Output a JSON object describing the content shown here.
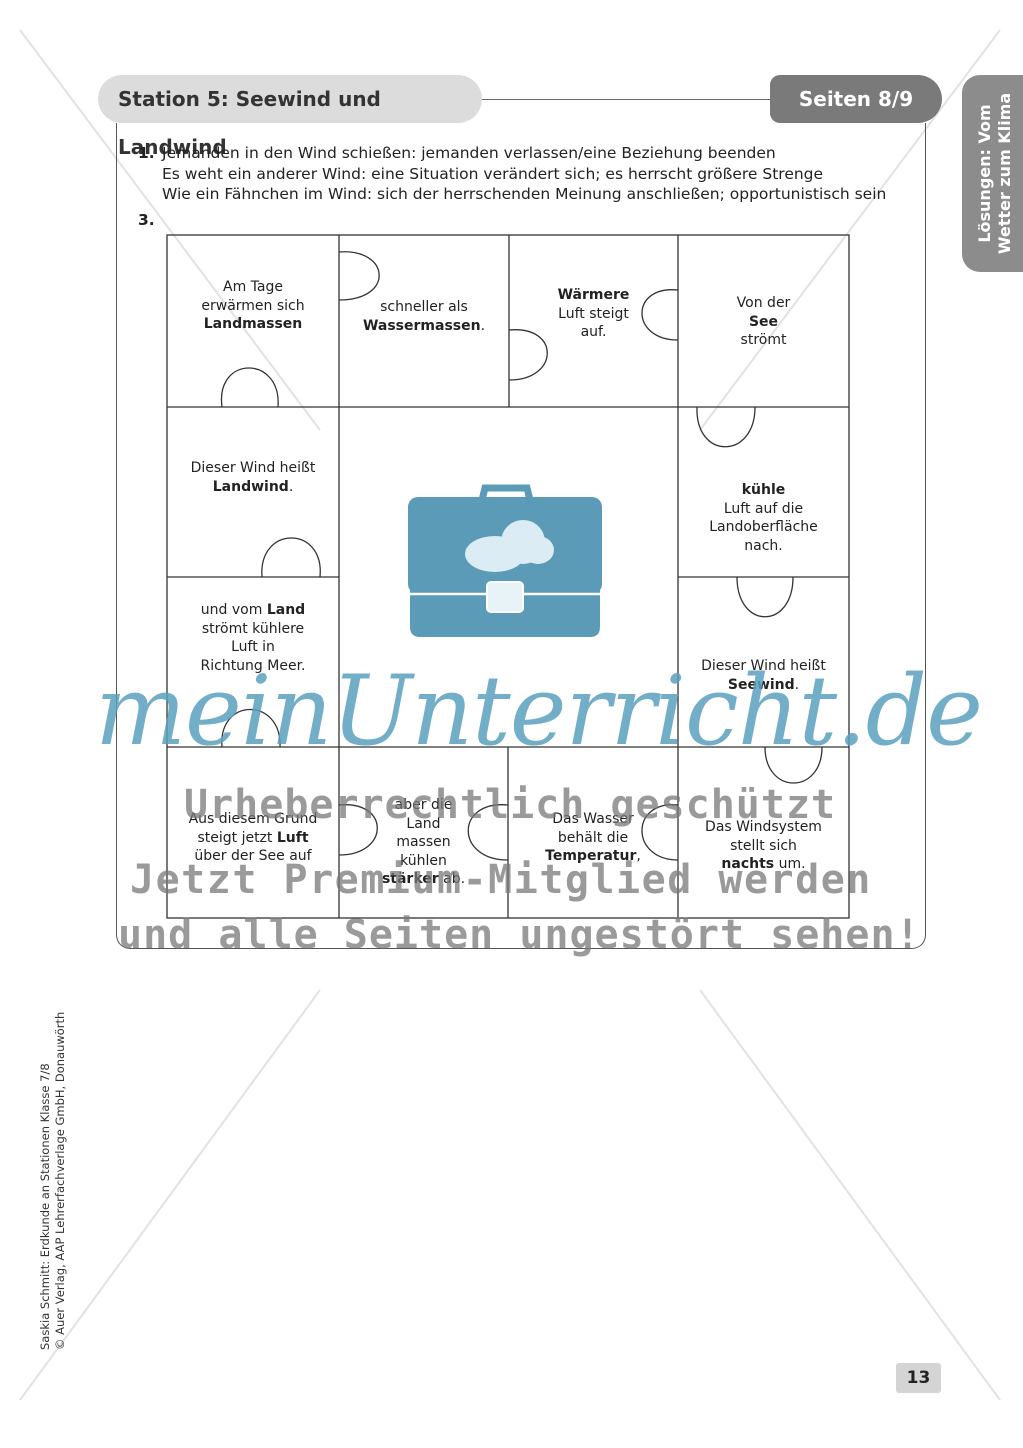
{
  "header": {
    "title": "Station 5: Seewind und Landwind",
    "pages": "Seiten 8/9"
  },
  "side_tab": {
    "line1": "Lösungen: Vom",
    "line2": "Wetter zum Klima"
  },
  "task1": {
    "number": "1.",
    "lines": [
      "Jemanden in den Wind schießen: jemanden verlassen/eine Beziehung beenden",
      "Es weht ein anderer Wind: eine Situation verändert sich; es herrscht größere Strenge",
      "Wie ein Fähnchen im Wind: sich der herrschenden Meinung anschließen; opportunistisch sein"
    ]
  },
  "task3": {
    "number": "3."
  },
  "pieces": {
    "p1": {
      "l1": "Am Tage",
      "l2": "erwärmen sich",
      "l3": "Landmassen"
    },
    "p2": {
      "l1": "schneller als",
      "l2a": "Wassermassen",
      "l2b": "."
    },
    "p3": {
      "l1": "Wärmere",
      "l2": "Luft steigt",
      "l3": "auf."
    },
    "p4": {
      "l1": "Von der",
      "l2": "See",
      "l3": "strömt"
    },
    "p5": {
      "l1": "Dieser Wind heißt",
      "l2a": "Landwind",
      "l2b": "."
    },
    "p6": {
      "l1": "kühle",
      "l2": "Luft auf die",
      "l3": "Landoberfläche",
      "l4": "nach."
    },
    "p7": {
      "l1a": "und vom ",
      "l1b": "Land",
      "l2": "strömt kühlere",
      "l3": "Luft in",
      "l4": "Richtung Meer."
    },
    "p8": {
      "l1": "Dieser Wind heißt",
      "l2a": "Seewind",
      "l2b": "."
    },
    "p9": {
      "l1": "Aus diesem Grund",
      "l2a": "steigt jetzt ",
      "l2b": "Luft",
      "l3": "über der See auf"
    },
    "p10": {
      "l1": "aber die",
      "l2": "Land",
      "l3": "massen",
      "l4": "kühlen",
      "l5a": "stärker",
      "l5b": " ab."
    },
    "p11": {
      "l1": "Das Wasser",
      "l2": "behält die",
      "l3a": "Temperatur",
      "l3b": ","
    },
    "p12": {
      "l1": "Das Windsystem",
      "l2": "stellt sich",
      "l3a": "nachts",
      "l3b": " um."
    }
  },
  "watermark": {
    "logo": "meinUnterricht.de",
    "line1": "Urheberrechtlich geschützt",
    "line2": "Jetzt Premium-Mitglied werden",
    "line3": "und alle Seiten ungestört sehen!"
  },
  "footer": {
    "line1": "Saskia Schmitt: Erdkunde an Stationen Klasse 7/8",
    "line2": "© Auer Verlag, AAP Lehrerfachverlage GmbH, Donauwörth"
  },
  "page_number": "13",
  "colors": {
    "bag": "#5b9bb8",
    "cloud": "#dcecf4",
    "tab": "#8c8c8c"
  }
}
